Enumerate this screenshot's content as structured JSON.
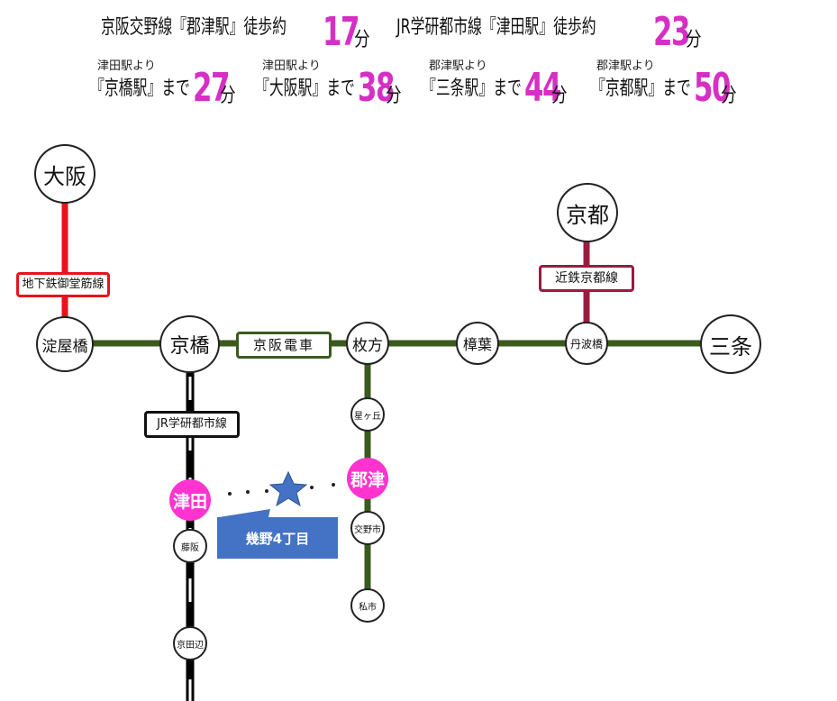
{
  "header": {
    "row1": [
      {
        "label": "京阪交野線『郡津駅』徒歩約",
        "value": "17",
        "unit": "分"
      },
      {
        "label": "JR学研都市線『津田駅』徒歩約",
        "value": "23",
        "unit": "分"
      }
    ],
    "row2": [
      {
        "note": "津田駅より",
        "label": "『京橋駅』まで",
        "value": "27",
        "unit": "分"
      },
      {
        "note": "津田駅より",
        "label": "『大阪駅』まで",
        "value": "38",
        "unit": "分"
      },
      {
        "note": "郡津駅より",
        "label": "『三条駅』まで",
        "value": "44",
        "unit": "分"
      },
      {
        "note": "郡津駅より",
        "label": "『京都駅』まで",
        "value": "50",
        "unit": "分"
      }
    ]
  },
  "stations": {
    "osaka": "大阪",
    "yodoyabashi": "淀屋橋",
    "kyobashi": "京橋",
    "hirakata": "枚方",
    "kuzuha": "樟葉",
    "tambabashi": "丹波橋",
    "sanjo": "三条",
    "kyoto": "京都",
    "hoshigaoka": "星ヶ丘",
    "kozu": "郡津",
    "katanoshi": "交野市",
    "kisaichi": "私市",
    "tsuda": "津田",
    "fujisaka": "藤阪",
    "kyotanabe": "京田辺"
  },
  "lines": {
    "midosuji": "地下鉄御堂筋線",
    "keihan": "京阪電車",
    "kintetsu": "近鉄京都線",
    "jr": "JR学研都市線"
  },
  "marker": {
    "label": "幾野4丁目"
  },
  "colors": {
    "keihan": "#3a5a1e",
    "midosuji": "#e8141b",
    "kintetsu": "#9b1b3f",
    "jr": "#000000",
    "highlight": "#ff34d0",
    "marker": "#4472c4"
  }
}
